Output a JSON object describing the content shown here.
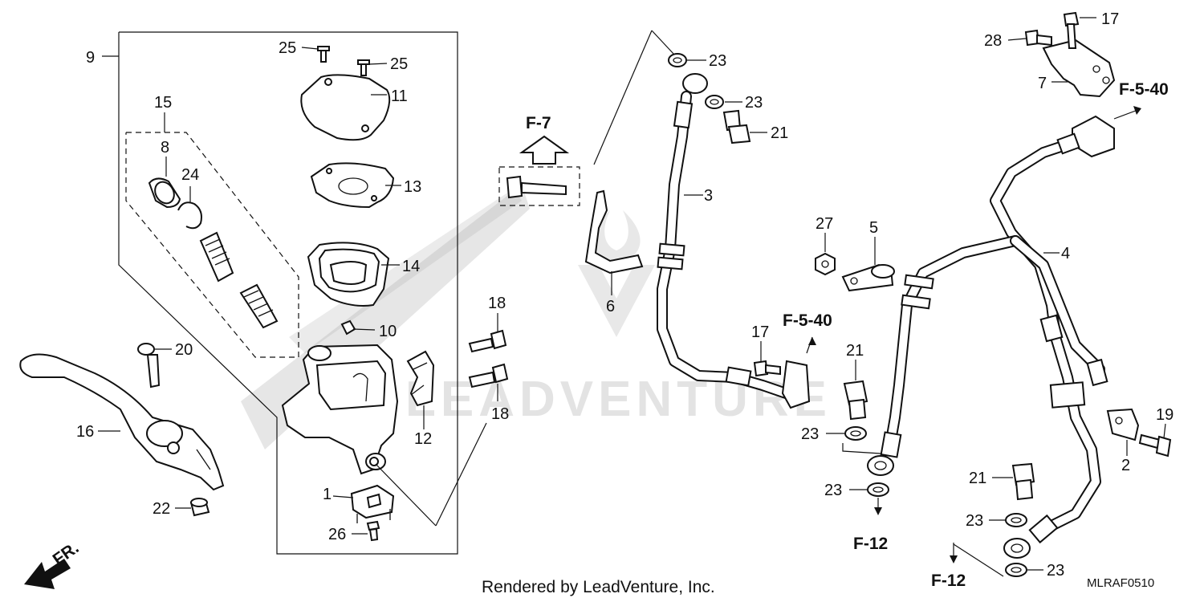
{
  "diagram": {
    "callouts": {
      "c1": "1",
      "c2": "2",
      "c3": "3",
      "c4": "4",
      "c5": "5",
      "c6": "6",
      "c7": "7",
      "c8": "8",
      "c9": "9",
      "c10": "10",
      "c11": "11",
      "c12": "12",
      "c13": "13",
      "c14": "14",
      "c15": "15",
      "c16": "16",
      "c17a": "17",
      "c17b": "17",
      "c18a": "18",
      "c18b": "18",
      "c19": "19",
      "c20": "20",
      "c21a": "21",
      "c21b": "21",
      "c21c": "21",
      "c22": "22",
      "c23a": "23",
      "c23b": "23",
      "c23c": "23",
      "c23d": "23",
      "c23e": "23",
      "c23f": "23",
      "c24": "24",
      "c25a": "25",
      "c25b": "25",
      "c26": "26",
      "c27": "27",
      "c28": "28"
    },
    "refs": {
      "f7": "F-7",
      "f540_top": "F-5-40",
      "f540_mid": "F-5-40",
      "f12_a": "F-12",
      "f12_b": "F-12"
    },
    "front_marker": "FR.",
    "footer": "Rendered by LeadVenture, Inc.",
    "diagram_code": "MLRAF0510",
    "watermark": "LEADVENTURE"
  }
}
